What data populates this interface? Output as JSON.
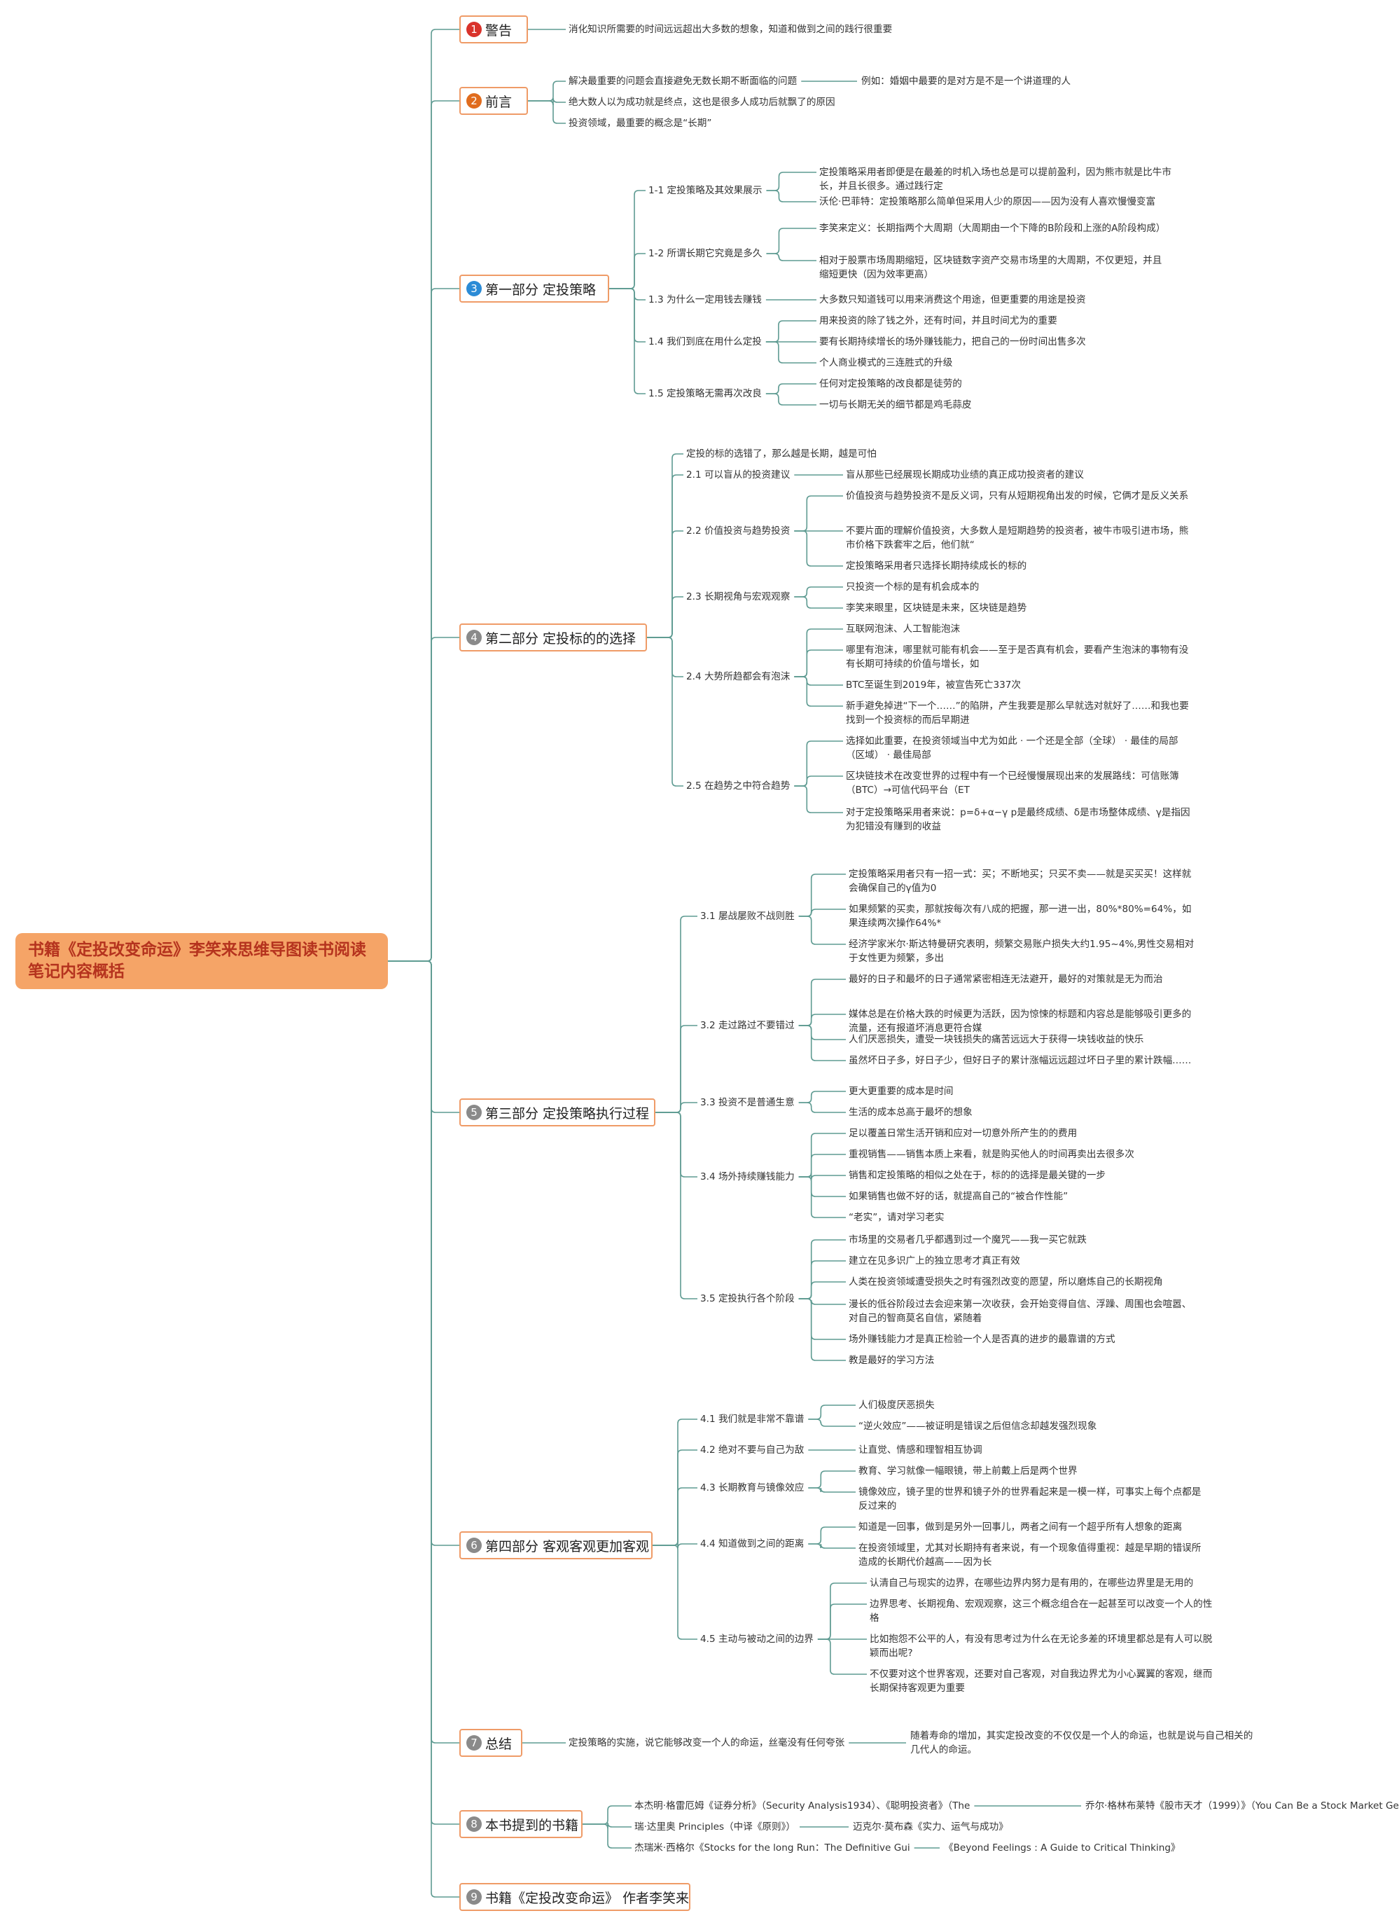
{
  "root_title": "书籍《定投改变命运》李笑来思维导图读书阅读笔记内容概括",
  "colors": {
    "line": "#5f9b92",
    "box_border": "#ef9b67",
    "root_fill": "#f5a467",
    "root_text": "#b5331e"
  },
  "branches": [
    {
      "num": "1",
      "color": "#d9322b",
      "title": "警告",
      "items": [
        "消化知识所需要的时间远远超出大多数的想象，知道和做到之间的践行很重要"
      ]
    },
    {
      "num": "2",
      "color": "#e06c1e",
      "title": "前言",
      "items": [
        "解决最重要的问题会直接避免无数长期不断面临的问题",
        "例如：婚姻中最要的是对方是不是一个讲道理的人",
        "绝大数人以为成功就是终点，这也是很多人成功后就飘了的原因",
        "投资领域，最重要的概念是“长期”"
      ]
    },
    {
      "num": "3",
      "color": "#2b8bd6",
      "title": "第一部分 定投策略",
      "subs": [
        {
          "label": "1-1 定投策略及其效果展示",
          "items": [
            "定投策略采用者即便是在最差的时机入场也总是可以提前盈利，因为熊市就是比牛市长，并且长很多。通过践行定",
            "沃伦·巴菲特：定投策略那么简单但采用人少的原因——因为没有人喜欢慢慢变富"
          ]
        },
        {
          "label": "1-2 所谓长期它究竟是多久",
          "items": [
            "李笑来定义：长期指两个大周期（大周期由一个下降的B阶段和上涨的A阶段构成）",
            "相对于股票市场周期缩短，区块链数字资产交易市场里的大周期，不仅更短，并且缩短更快（因为效率更高）"
          ]
        },
        {
          "label": "1.3 为什么一定用钱去赚钱",
          "items": [
            "大多数只知道钱可以用来消费这个用途，但更重要的用途是投资"
          ]
        },
        {
          "label": "1.4 我们到底在用什么定投",
          "items": [
            "用来投资的除了钱之外，还有时间，并且时间尤为的重要",
            "要有长期持续增长的场外赚钱能力，把自己的一份时间出售多次",
            "个人商业模式的三连胜式的升级"
          ]
        },
        {
          "label": "1.5 定投策略无需再次改良",
          "items": [
            "任何对定投策略的改良都是徒劳的",
            "一切与长期无关的细节都是鸡毛蒜皮"
          ]
        }
      ]
    },
    {
      "num": "4",
      "color": "#8a8a8a",
      "title": "第二部分 定投标的的选择",
      "subs": [
        {
          "label": "定投的标的选错了，那么越是长期，越是可怕",
          "items": []
        },
        {
          "label": "2.1 可以盲从的投资建议",
          "items": [
            "盲从那些已经展现长期成功业绩的真正成功投资者的建议"
          ]
        },
        {
          "label": "2.2 价值投资与趋势投资",
          "items": [
            "价值投资与趋势投资不是反义词，只有从短期视角出发的时候，它俩才是反义关系",
            "不要片面的理解价值投资，大多数人是短期趋势的投资者，被牛市吸引进市场，熊市价格下跌套牢之后，他们就“",
            "定投策略采用者只选择长期持续成长的标的"
          ]
        },
        {
          "label": "2.3 长期视角与宏观观察",
          "items": [
            "只投资一个标的是有机会成本的",
            "李笑来眼里，区块链是未来，区块链是趋势"
          ]
        },
        {
          "label": "2.4 大势所趋都会有泡沫",
          "items": [
            "互联网泡沫、人工智能泡沫",
            "哪里有泡沫，哪里就可能有机会——至于是否真有机会，要看产生泡沫的事物有没有长期可持续的价值与增长，如",
            "BTC至诞生到2019年，被宣告死亡337次",
            "新手避免掉进“下一个……”的陷阱，产生我要是那么早就选对就好了……和我也要找到一个投资标的而后早期进"
          ]
        },
        {
          "label": "2.5 在趋势之中符合趋势",
          "items": [
            "选择如此重要，在投资领域当中尤为如此 · 一个还是全部（全球） · 最佳的局部（区域） · 最佳局部",
            "区块链技术在改变世界的过程中有一个已经慢慢展现出来的发展路线：可信账簿（BTC）→可信代码平台（ET",
            "对于定投策略采用者来说：p=δ+α−γ p是最终成绩、δ是市场整体成绩、γ是指因为犯错没有赚到的收益"
          ]
        }
      ]
    },
    {
      "num": "5",
      "color": "#8a8a8a",
      "title": "第三部分 定投策略执行过程",
      "subs": [
        {
          "label": "3.1 屡战屡败不战则胜",
          "items": [
            "定投策略采用者只有一招一式：买；不断地买；只买不卖——就是买买买！这样就会确保自己的γ值为0",
            "如果频繁的买卖，那就按每次有八成的把握，那一进一出，80%*80%=64%，如果连续两次操作64%*",
            "经济学家米尔·斯达特曼研究表明，频繁交易账户损失大约1.95~4%,男性交易相对于女性更为频繁，多出"
          ]
        },
        {
          "label": "3.2 走过路过不要错过",
          "items": [
            "最好的日子和最坏的日子通常紧密相连无法避开，最好的对策就是无为而治",
            "媒体总是在价格大跌的时候更为活跃，因为惊悚的标题和内容总是能够吸引更多的流量，还有报道坏消息更符合媒",
            "人们厌恶损失，遭受一块钱损失的痛苦远远大于获得一块钱收益的快乐",
            "虽然坏日子多，好日子少，但好日子的累计涨幅远远超过坏日子里的累计跌幅……"
          ]
        },
        {
          "label": "3.3 投资不是普通生意",
          "items": [
            "更大更重要的成本是时间",
            "生活的成本总高于最坏的想象"
          ]
        },
        {
          "label": "3.4 场外持续赚钱能力",
          "items": [
            "足以覆盖日常生活开销和应对一切意外所产生的的费用",
            "重视销售——销售本质上来看，就是购买他人的时间再卖出去很多次",
            "销售和定投策略的相似之处在于，标的的选择是最关键的一步",
            "如果销售也做不好的话，就提高自己的“被合作性能”",
            "“老实”，请对学习老实"
          ]
        },
        {
          "label": "3.5 定投执行各个阶段",
          "items": [
            "市场里的交易者几乎都遇到过一个魔咒——我一买它就跌",
            "建立在见多识广上的独立思考才真正有效",
            "人类在投资领域遭受损失之时有强烈改变的愿望，所以磨炼自己的长期视角",
            "漫长的低谷阶段过去会迎来第一次收获，会开始变得自信、浮躁、周围也会喧嚣、对自己的智商莫名自信，紧随着",
            "场外赚钱能力才是真正检验一个人是否真的进步的最靠谱的方式",
            "教是最好的学习方法"
          ]
        }
      ]
    },
    {
      "num": "6",
      "color": "#8a8a8a",
      "title": "第四部分 客观客观更加客观",
      "subs": [
        {
          "label": "4.1 我们就是非常不靠谱",
          "items": [
            "人们极度厌恶损失",
            "“逆火效应”——被证明是错误之后但信念却越发强烈现象"
          ]
        },
        {
          "label": "4.2 绝对不要与自己为敌",
          "items": [
            "让直觉、情感和理智相互协调"
          ]
        },
        {
          "label": "4.3 长期教育与镜像效应",
          "items": [
            "教育、学习就像一幅眼镜，带上前戴上后是两个世界",
            "镜像效应，镜子里的世界和镜子外的世界看起来是一模一样，可事实上每个点都是反过来的"
          ]
        },
        {
          "label": "4.4 知道做到之间的距离",
          "items": [
            "知道是一回事，做到是另外一回事儿，两者之间有一个超乎所有人想象的距离",
            "在投资领域里，尤其对长期持有者来说，有一个现象值得重视：越是早期的错误所造成的长期代价越高——因为长"
          ]
        },
        {
          "label": "4.5 主动与被动之间的边界",
          "items": [
            "认清自己与现实的边界，在哪些边界内努力是有用的，在哪些边界里是无用的",
            "边界思考、长期视角、宏观观察，这三个概念组合在一起甚至可以改变一个人的性格",
            "比如抱怨不公平的人，有没有思考过为什么在无论多差的环境里都总是有人可以脱颖而出呢?",
            "不仅要对这个世界客观，还要对自己客观，对自我边界尤为小心翼翼的客观，继而长期保持客观更为重要"
          ]
        }
      ]
    },
    {
      "num": "7",
      "color": "#8a8a8a",
      "title": "总结",
      "items": [
        "定投策略的实施，说它能够改变一个人的命运，丝毫没有任何夸张",
        "随着寿命的增加，其实定投改变的不仅仅是一个人的命运，也就是说与自己相关的几代人的命运。"
      ]
    },
    {
      "num": "8",
      "color": "#8a8a8a",
      "title": "本书提到的书籍",
      "items": [
        "本杰明·格雷厄姆《证券分析》（Security Analysis1934）、《聪明投资者》（The",
        "乔尔·格林布莱特《股市天才（1999）》（You Can Be a Stock Market Ge",
        "瑞·达里奥 Principles（中译《原则》）",
        "迈克尔·莫布森《实力、运气与成功》",
        "杰瑞米·西格尔《Stocks for the long Run：The Definitive Gui",
        "《Beyond Feelings : A Guide to Critical Thinking》"
      ]
    },
    {
      "num": "9",
      "color": "#8a8a8a",
      "title": "书籍《定投改变命运》 作者李笑来",
      "items": []
    }
  ]
}
